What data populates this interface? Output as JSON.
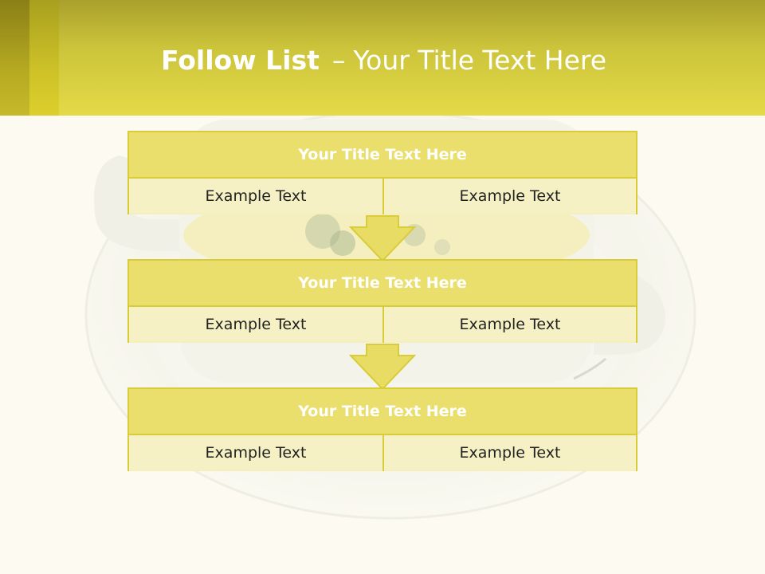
{
  "slide": {
    "title_bold": "Follow List",
    "title_separator": "–",
    "title_rest": "Your Title Text Here"
  },
  "colors": {
    "header": "#cbc33a",
    "accent": "#d8cd38",
    "box_head": "#e8dc64",
    "box_cell": "#f7f0c4",
    "background": "#fdfbf1"
  },
  "blocks": [
    {
      "title": "Your Title Text Here",
      "left": "Example Text",
      "right": "Example Text"
    },
    {
      "title": "Your Title Text Here",
      "left": "Example Text",
      "right": "Example Text"
    },
    {
      "title": "Your Title Text Here",
      "left": "Example Text",
      "right": "Example Text"
    }
  ],
  "icons": {
    "arrow": "arrow-down-icon"
  }
}
